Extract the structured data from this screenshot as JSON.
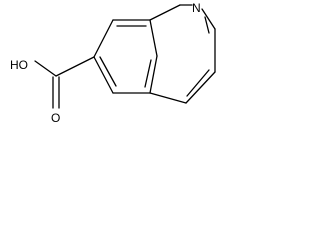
{
  "molecule": {
    "atoms": {
      "nitrogen": "N",
      "hydroxyl": "HO",
      "carbonyl_oxygen": "O"
    }
  }
}
